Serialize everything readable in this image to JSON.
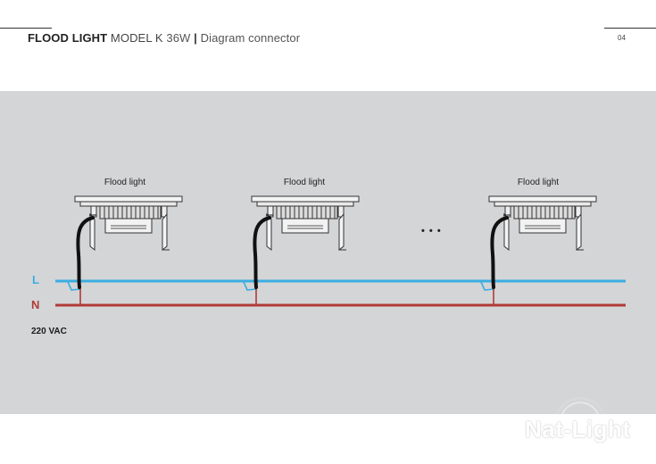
{
  "header": {
    "product_bold": "FLOOD LIGHT",
    "model": "MODEL K",
    "wattage": "36W",
    "separator": "|",
    "subtitle": "Diagram connector"
  },
  "page_number": "04",
  "diagram": {
    "fixture_labels": [
      "Flood light",
      "Flood light",
      "Flood light"
    ],
    "ellipsis": "• • •",
    "line_label": "L",
    "neutral_label": "N",
    "voltage_label": "220 VAC",
    "colors": {
      "panel": "#d4d5d7",
      "line": "#3aaee0",
      "neutral": "#b03a38",
      "cable": "#111111"
    }
  },
  "logo": {
    "text": "Nat-Light"
  }
}
